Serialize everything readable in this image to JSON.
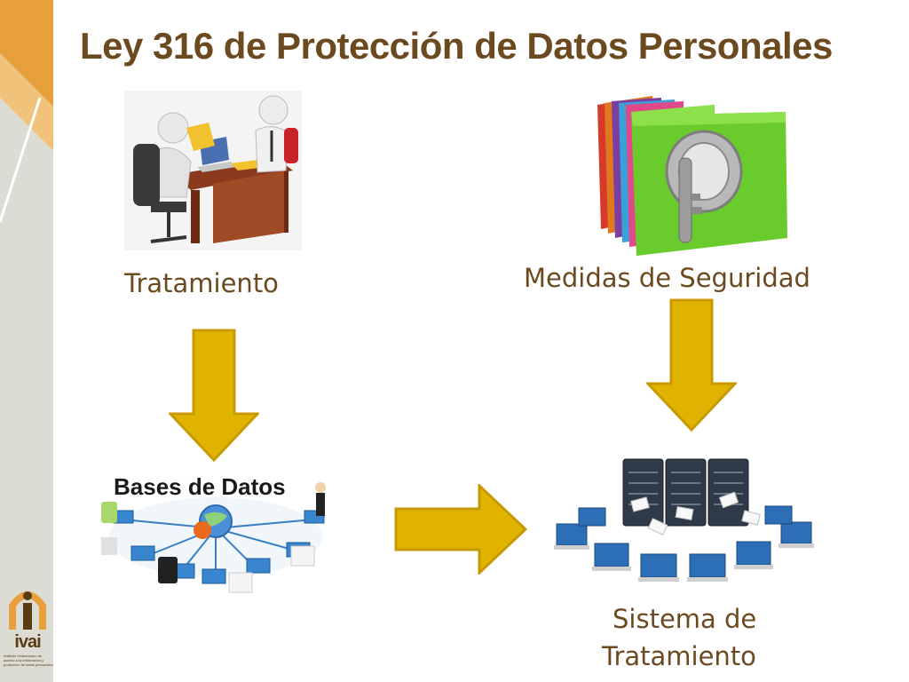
{
  "slide": {
    "title": "Ley 316 de Protección de Datos Personales"
  },
  "nodes": {
    "tratamiento": "Tratamiento",
    "medidas": "Medidas de Seguridad",
    "bases": "Bases de Datos",
    "sistema_line1": "Sistema de",
    "sistema_line2": "Tratamiento"
  },
  "logo": {
    "name": "ivai",
    "subtitle": "Instituto Veracruzano de acceso a la información y protección de datos personales"
  },
  "colors": {
    "title": "#6b4a1f",
    "arrow_fill": "#e0b300",
    "arrow_stroke": "#c89a00",
    "sidebar_orange": "#e8a03c",
    "sidebar_gray": "#dcdcd4"
  }
}
